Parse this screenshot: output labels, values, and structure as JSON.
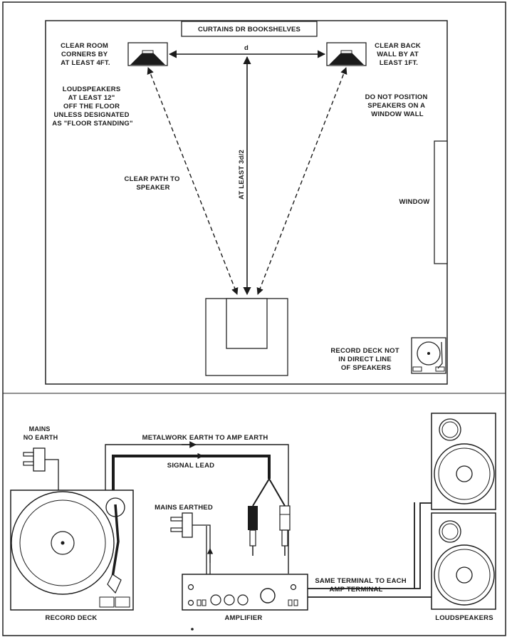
{
  "room": {
    "top_wall_label": "CURTAINS DR BOOKSHELVES",
    "corner_note": [
      "CLEAR ROOM",
      "CORNERS BY",
      "AT LEAST 4FT."
    ],
    "back_wall_note": [
      "CLEAR BACK",
      "WALL BY AT",
      "LEAST 1FT."
    ],
    "distance_label": "d",
    "floor_note": [
      "LOUDSPEAKERS",
      "AT LEAST 12\"",
      "OFF THE FLOOR",
      "UNLESS DESIGNATED",
      "AS \"FLOOR STANDING\""
    ],
    "window_wall_note": [
      "DO NOT POSITION",
      "SPEAKERS ON A",
      "WINDOW WALL"
    ],
    "clear_path_note": [
      "CLEAR PATH TO",
      "SPEAKER"
    ],
    "listening_distance_label": "AT LEAST 3d/2",
    "window_label": "WINDOW",
    "record_deck_note": [
      "RECORD DECK NOT",
      "IN DIRECT LINE",
      "OF SPEAKERS"
    ]
  },
  "wiring": {
    "mains_no_earth": [
      "MAINS",
      "NO EARTH"
    ],
    "metalwork_earth": "METALWORK EARTH TO AMP EARTH",
    "signal_lead": "SIGNAL LEAD",
    "mains_earthed": "MAINS EARTHED",
    "same_terminal": [
      "SAME TERMINAL TO EACH",
      "AMP TERMINAL"
    ],
    "record_deck": "RECORD DECK",
    "amplifier": "AMPLIFIER",
    "loudspeakers": "LOUDSPEAKERS"
  }
}
